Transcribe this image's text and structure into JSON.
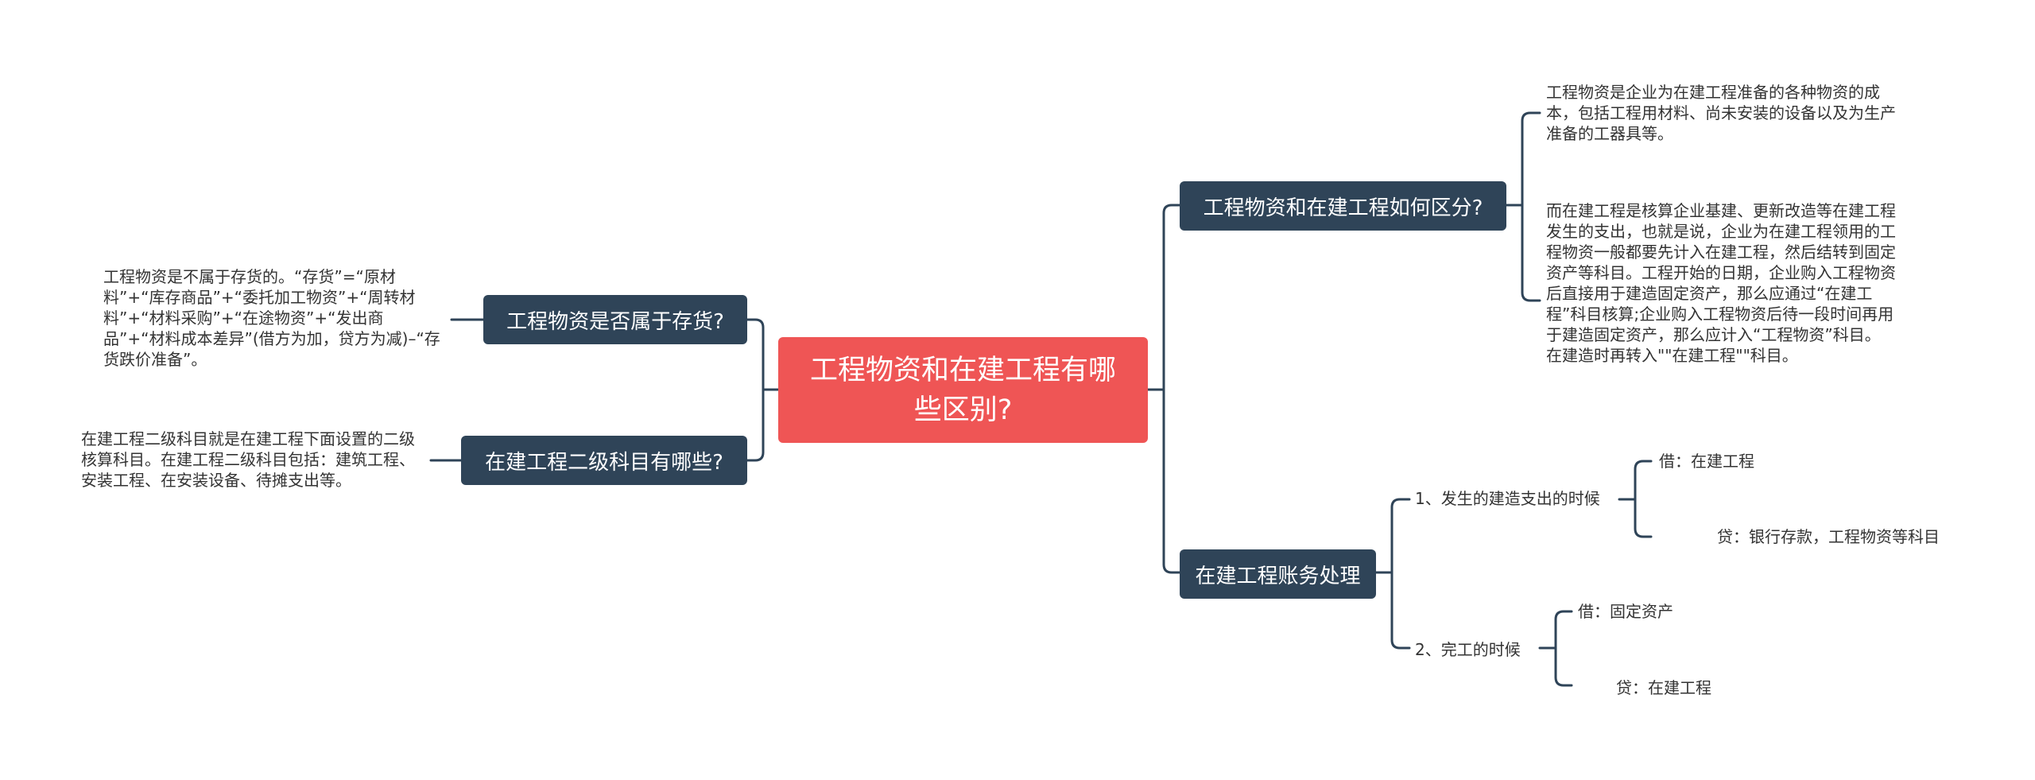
{
  "central": "工程物资和在建工程有哪些区别?",
  "topics": {
    "distinguish": "工程物资和在建工程如何区分?",
    "inventory": "工程物资是否属于存货?",
    "sub_accounts": "在建工程二级科目有哪些?",
    "accounting": "在建工程账务处理"
  },
  "details": {
    "distinguish_1": "工程物资是企业为在建工程准备的各种物资的成本，包括工程用材料、尚未安装的设备以及为生产准备的工器具等。",
    "distinguish_2": "而在建工程是核算企业基建、更新改造等在建工程发生的支出，也就是说，企业为在建工程领用的工程物资一般都要先计入在建工程，然后结转到固定资产等科目。工程开始的日期，企业购入工程物资后直接用于建造固定资产，那么应通过“在建工程”科目核算;企业购入工程物资后待一段时间再用于建造固定资产，那么应计入“工程物资”科目。在建造时再转入\"\"在建工程\"\"科目。",
    "inventory": "工程物资是不属于存货的。“存货”=“原材料”+“库存商品”+“委托加工物资”+“周转材料”+“材料采购”+“在途物资”+“发出商品”+“材料成本差异”(借方为加，贷方为减)–“存货跌价准备”。",
    "sub_accounts": "在建工程二级科目就是在建工程下面设置的二级核算科目。在建工程二级科目包括：建筑工程、安装工程、在安装设备、待摊支出等。"
  },
  "accounting": {
    "case1": {
      "label": "1、发生的建造支出的时候",
      "debit": "借：在建工程",
      "credit": "贷：银行存款，工程物资等科目"
    },
    "case2": {
      "label": "2、完工的时候",
      "debit": "借：固定资产",
      "credit": "贷：在建工程"
    }
  },
  "colors": {
    "central": "#ef5555",
    "topic": "#2f4458",
    "line": "#2f4458",
    "text": "#333333"
  }
}
